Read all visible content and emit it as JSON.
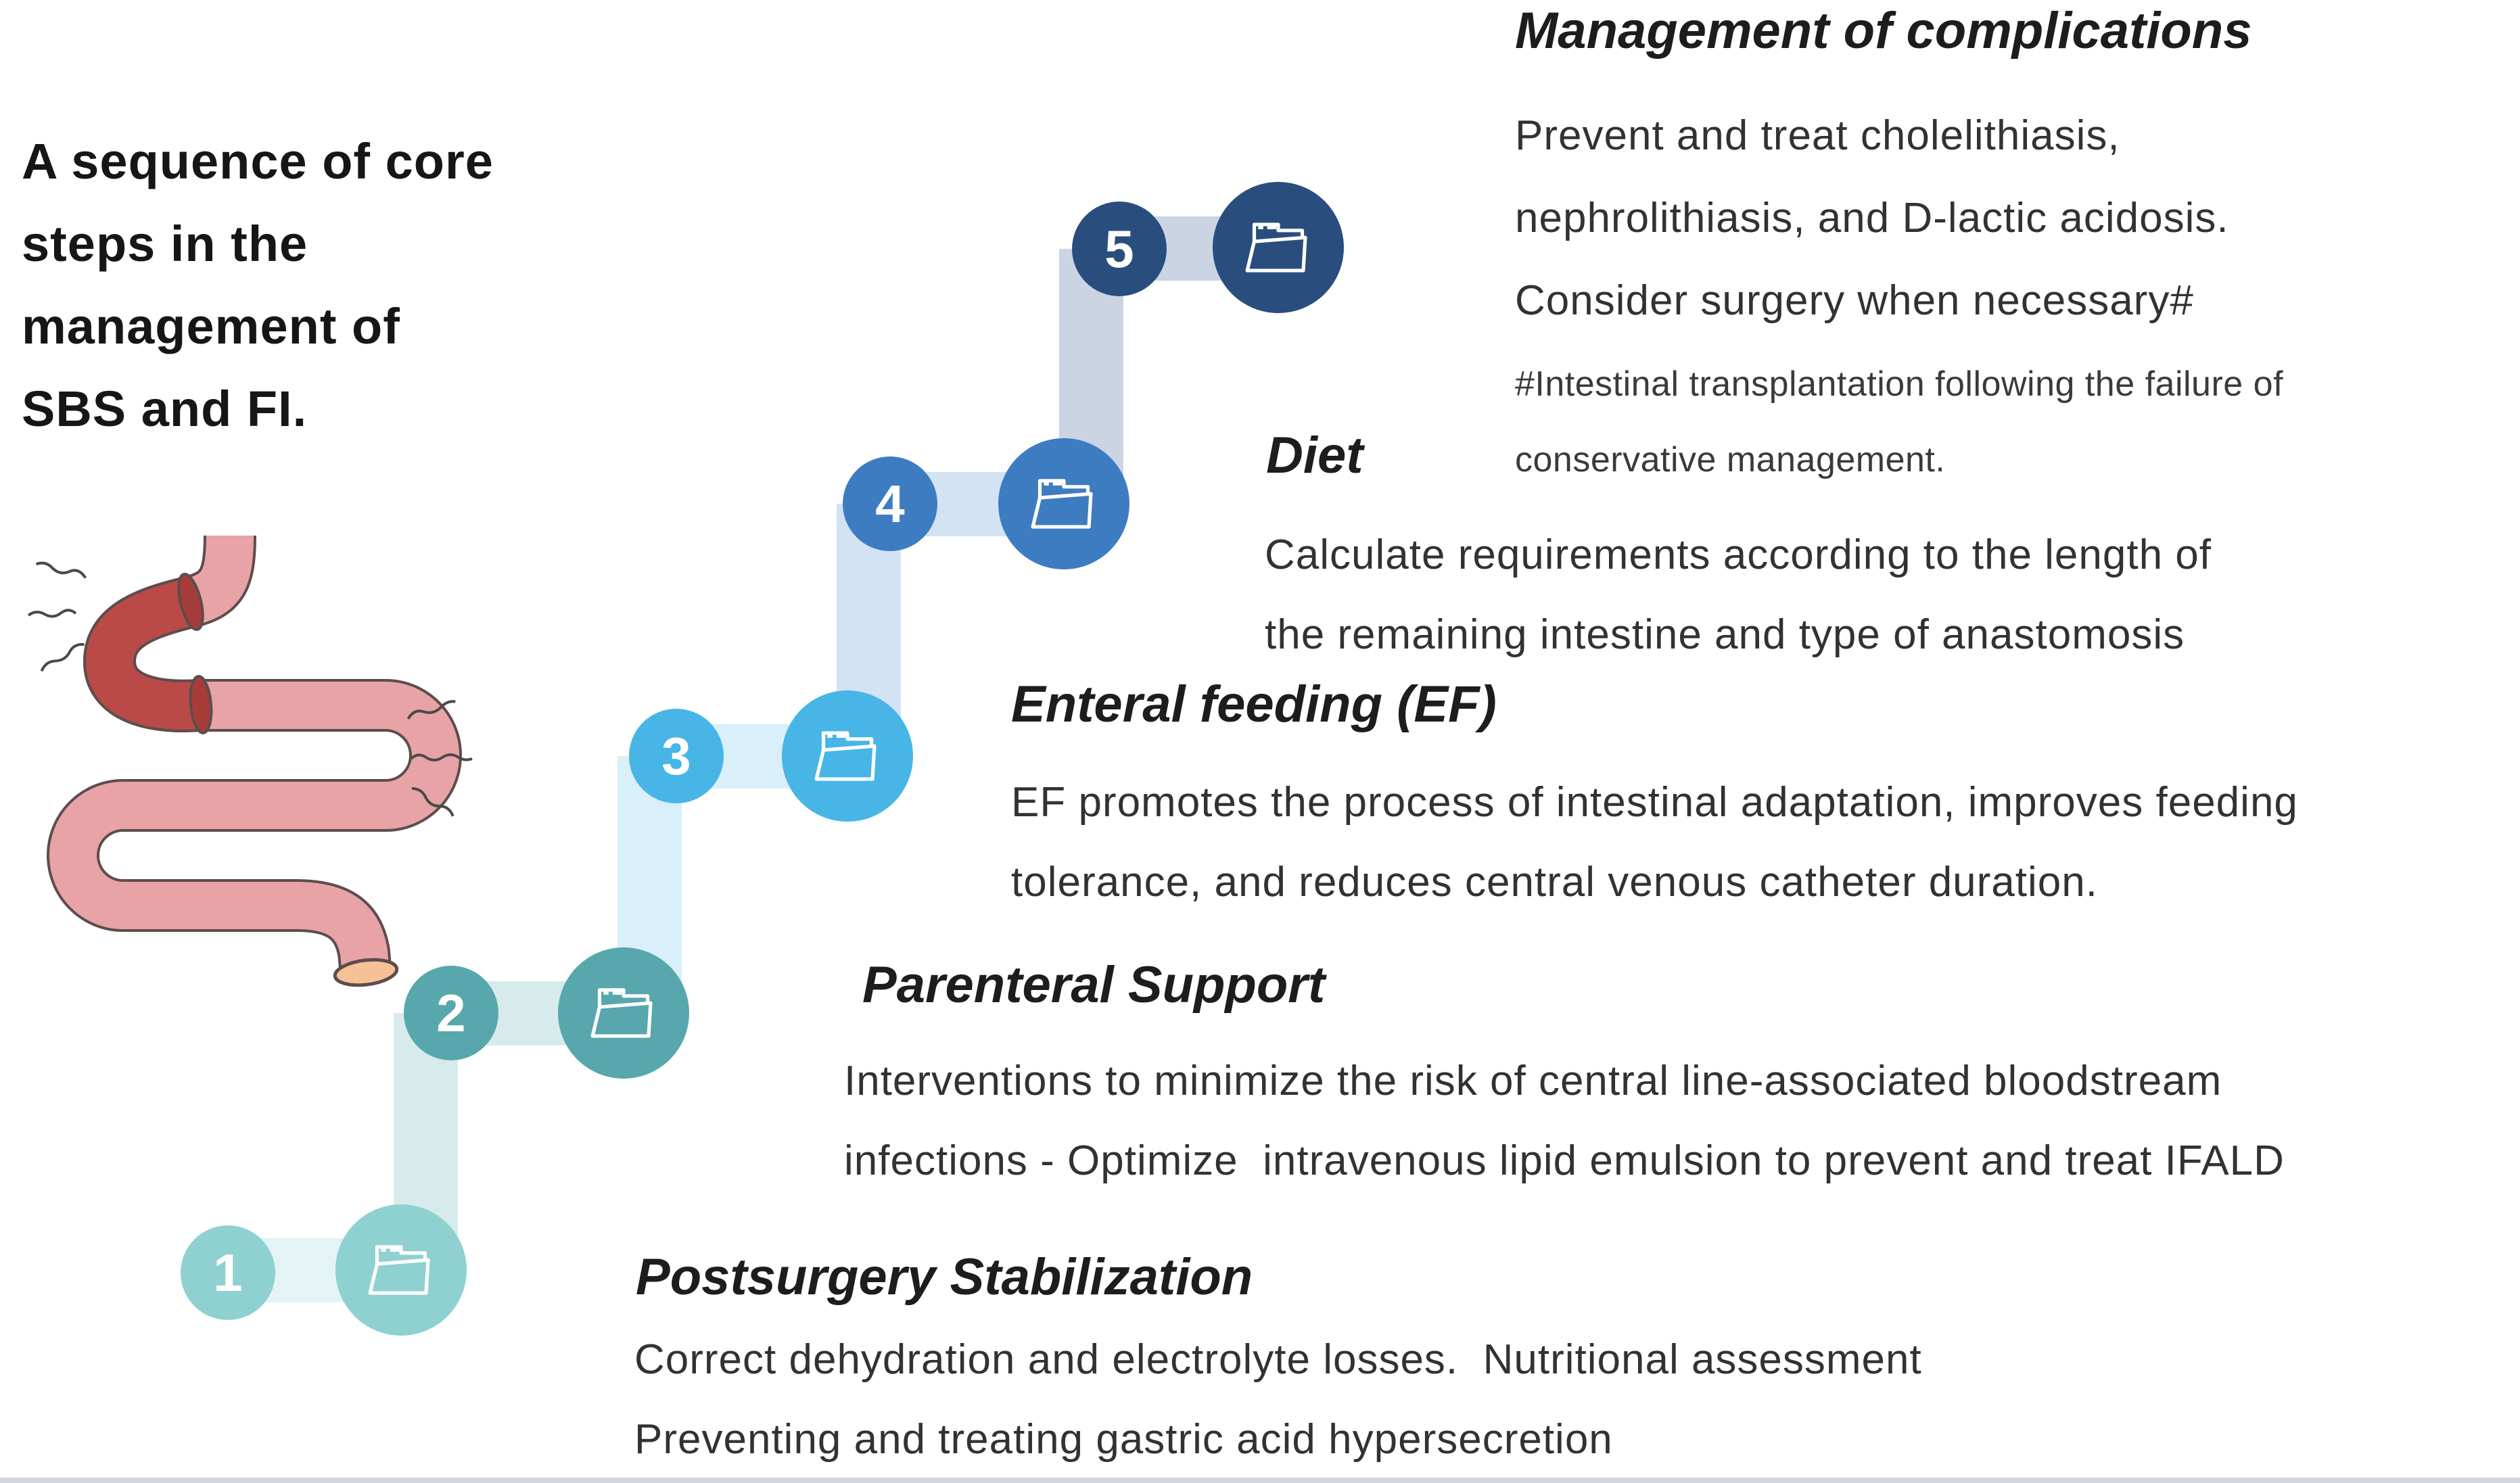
{
  "main_title": "A sequence of core\nsteps in the\nmanagement of\nSBS and FI.",
  "steps": [
    {
      "number": "1",
      "title": "Postsurgery Stabilization",
      "body": "Correct dehydration and electrolyte losses.  Nutritional assessment\nPreventing and treating gastric acid hypersecretion",
      "color": "#8fd1d1",
      "tint": "#e4f3f3",
      "icon": "open-folder-icon"
    },
    {
      "number": "2",
      "title": "Parenteral Support",
      "body": "Interventions to minimize the risk of central line-associated bloodstream\ninfections - Optimize  intravenous lipid emulsion to prevent and treat IFALD",
      "color": "#58a7ac",
      "tint": "#d8ebec",
      "icon": "open-folder-icon"
    },
    {
      "number": "3",
      "title": "Enteral feeding (EF)",
      "body": "EF promotes the process of intestinal adaptation, improves feeding\ntolerance, and reduces central venous catheter duration.",
      "color": "#47b6e7",
      "tint": "#d9effa",
      "icon": "open-folder-icon"
    },
    {
      "number": "4",
      "title": "Diet",
      "body": "Calculate requirements according to the length of\nthe remaining intestine and type of anastomosis",
      "color": "#3e7cc1",
      "tint": "#d3e3f4",
      "icon": "open-folder-icon"
    },
    {
      "number": "5",
      "title": "Management of complications",
      "body": "Prevent and treat cholelithiasis,\nnephrolithiasis, and D-lactic acidosis.\nConsider surgery when necessary#",
      "footnote": "#Intestinal transplantation following the failure of\nconservative management.",
      "color": "#294e7d",
      "tint": "#cad4e3",
      "icon": "open-folder-icon"
    }
  ],
  "illustration": {
    "name": "intestine-with-resected-segment",
    "tube_color": "#e8a3a6",
    "outline_color": "#5d4d4d",
    "resected_color": "#b94a47",
    "cut_section_color": "#a63c3a",
    "stoma_color": "#f6c197",
    "squiggle_color": "#4a4a4a"
  },
  "footer_bar": {
    "color": "#d0d6dd"
  }
}
